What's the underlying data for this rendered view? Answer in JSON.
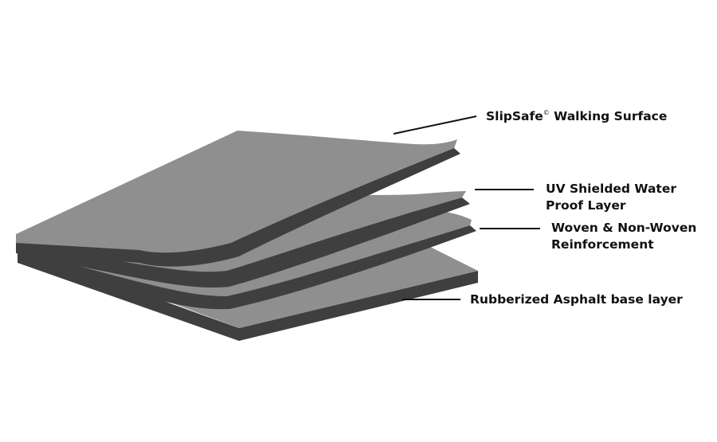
{
  "colors": {
    "background": "#ffffff",
    "layer_top": "#8f8f8f",
    "layer_edge": "#3f3f3f",
    "leader_line": "#111111",
    "text": "#111111"
  },
  "labels": {
    "surface_name": "SlipSafe",
    "surface_mark": "©",
    "surface_rest": " Walking Surface",
    "uv_line1": "UV Shielded Water",
    "uv_line2": "Proof Layer",
    "woven_line1": "Woven & Non-Woven",
    "woven_line2": "Reinforcement",
    "base": "Rubberized Asphalt base layer"
  }
}
